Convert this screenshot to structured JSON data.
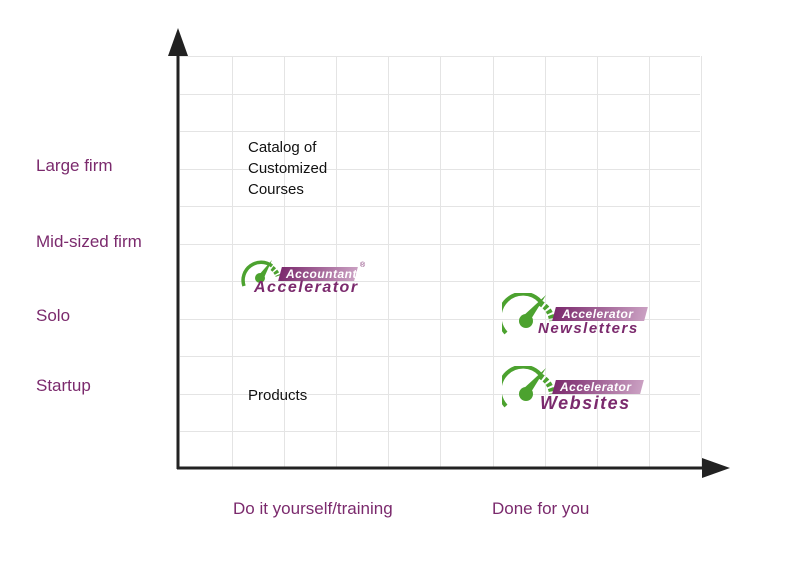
{
  "y_axis": {
    "labels": [
      "Large firm",
      "Mid-sized firm",
      "Solo",
      "Startup"
    ]
  },
  "x_axis": {
    "labels": [
      "Do it yourself/training",
      "Done for you"
    ]
  },
  "notes": {
    "catalog": [
      "Catalog of",
      "Customized",
      "Courses"
    ],
    "products": "Products"
  },
  "logos": {
    "accountants": {
      "banner": "Accountant's",
      "main": "Accelerator",
      "mark": "®"
    },
    "newsletters": {
      "banner": "Accelerator",
      "main": "Newsletters"
    },
    "websites": {
      "banner": "Accelerator",
      "main": "Websites"
    }
  },
  "colors": {
    "label": "#7b2a6d",
    "gauge": "#4ca22f",
    "axis": "#222222"
  }
}
